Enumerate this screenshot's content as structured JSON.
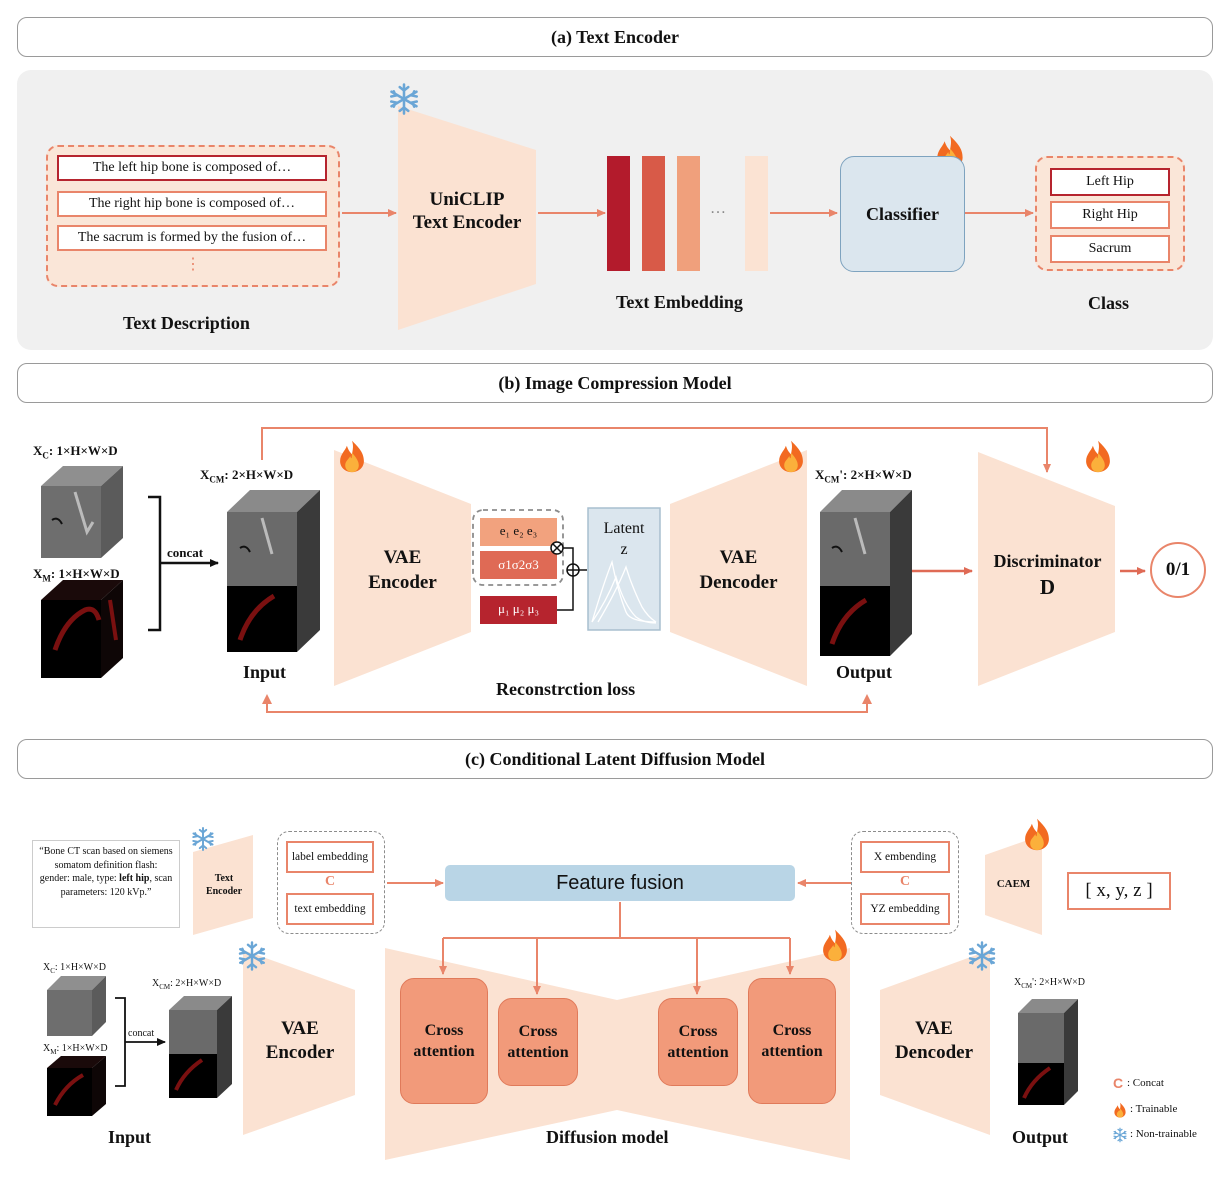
{
  "section_a": {
    "title": "(a) Text Encoder",
    "descriptions": [
      "The left hip bone is composed of…",
      "The right hip bone is composed of…",
      "The sacrum is formed by the fusion of…"
    ],
    "description_ellipsis": "⋮",
    "text_description_label": "Text Description",
    "encoder_line1": "UniCLIP",
    "encoder_line2": "Text Encoder",
    "embedding_ellipsis": "…",
    "embedding_label": "Text Embedding",
    "classifier": "Classifier",
    "classes": [
      "Left Hip",
      "Right  Hip",
      "Sacrum"
    ],
    "class_label": "Class"
  },
  "section_b": {
    "title": "(b) Image Compression Model",
    "xc_label": "X",
    "xc_sub": "C",
    "xc_dims": ":  1×H×W×D",
    "xm_label": "X",
    "xm_sub": "M",
    "xm_dims": ":  1×H×W×D",
    "concat": "concat",
    "xcm_label": "X",
    "xcm_sub": "CM",
    "xcm_dims": ":  2×H×W×D",
    "input_label": "Input",
    "vae_enc_1": "VAE",
    "vae_enc_2": "Encoder",
    "e_vec": "e₁ e₂ e₃",
    "sigma_vec": "σ1σ2σ3",
    "mu_vec": "μ₁ μ₂ μ₃",
    "latent_1": "Latent",
    "latent_2": "z",
    "vae_dec_1": "VAE",
    "vae_dec_2": "Dencoder",
    "xcm_out_label": "X",
    "xcm_out_sub": "CM",
    "xcm_out_dims": "':  2×H×W×D",
    "output_label": "Output",
    "recon_label": "Reconstrction loss",
    "disc_1": "Discriminator",
    "disc_2": "D",
    "disc_out": "0/1"
  },
  "section_c": {
    "title": "(c) Conditional Latent Diffusion Model",
    "prompt_pre": "“Bone CT scan based on siemens somatom definition flash: gender: male, type: ",
    "prompt_bold": "left hip",
    "prompt_post": ", scan parameters: 120 kVp.”",
    "text_enc_1": "Text",
    "text_enc_2": "Encoder",
    "label_emb": "label embedding",
    "concat_c": "C",
    "text_emb": "text embedding",
    "feature_fusion": "Feature fusion",
    "x_emb": "X embending",
    "concat_c2": "C",
    "yz_emb": "YZ embedding",
    "caem": "CAEM",
    "coords": "[ x, y, z ]",
    "xc_label": "X",
    "xc_sub": "C",
    "xc_dims": ":  1×H×W×D",
    "xm_label": "X",
    "xm_sub": "M",
    "xm_dims": ":  1×H×W×D",
    "concat": "concat",
    "xcm_label": "X",
    "xcm_sub": "CM",
    "xcm_dims": ":  2×H×W×D",
    "input_label": "Input",
    "vae_enc_1": "VAE",
    "vae_enc_2": "Encoder",
    "cross_1": "Cross attention",
    "cross_2": "Cross attention",
    "cross_3": "Cross attention",
    "cross_4": "Cross attention",
    "diffusion_label": "Diffusion model",
    "vae_dec_1": "VAE",
    "vae_dec_2": "Dencoder",
    "xcm_out_label": "X",
    "xcm_out_sub": "CM",
    "xcm_out_dims": "':  2×H×W×D",
    "output_label": "Output"
  },
  "legend": {
    "concat_symbol": "C",
    "concat": ": Concat",
    "trainable": ": Trainable",
    "non_trainable": ": Non-trainable"
  },
  "colors": {
    "accent_orange": "#e9856a",
    "light_trapezoid": "#fbe2d2",
    "dark_red": "#b6242e",
    "classifier_blue": "#dbe6ee",
    "fusion_blue": "#b9d5e6",
    "panel_gray": "#f0f0f0"
  },
  "icons": [
    "snowflake-icon",
    "flame-icon",
    "ct-volume-icon",
    "mask-volume-icon"
  ]
}
